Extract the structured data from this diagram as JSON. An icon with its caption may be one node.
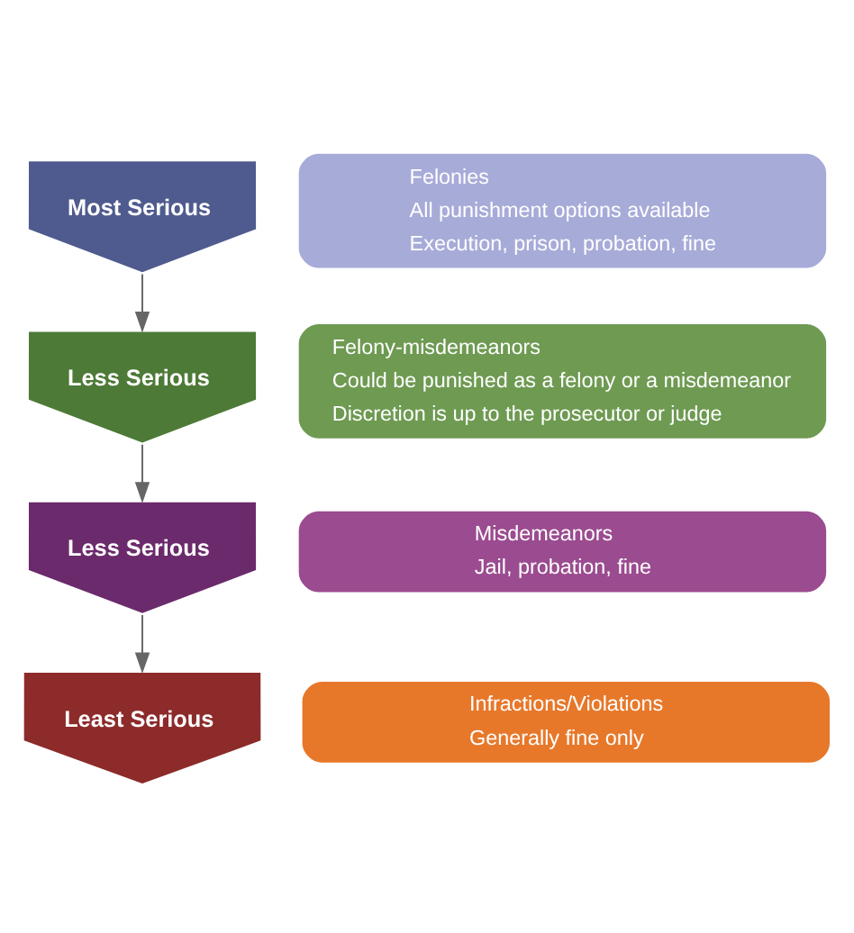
{
  "diagram": {
    "nodes": [
      {
        "text": [
          "Most Serious"
        ]
      },
      {
        "text": [
          "Felonies",
          "All punishment options available",
          "Execution, prison, probation, fine"
        ]
      },
      {
        "text": [
          "Less Serious"
        ]
      },
      {
        "text": [
          "Felony-misdemeanors",
          "Could be punished as a felony or a misdemeanor",
          "Discretion is up to the prosecutor or judge"
        ]
      },
      {
        "text": [
          "Less Serious"
        ]
      },
      {
        "text": [
          "Misdemeanors",
          "Jail, probation, fine"
        ]
      },
      {
        "text": [
          "Least Serious"
        ]
      },
      {
        "text": [
          "Infractions/Violations",
          "Generally fine only"
        ]
      }
    ],
    "edges": [
      {
        "from": 0,
        "to": 2,
        "arrow": "to"
      },
      {
        "from": 2,
        "to": 4,
        "arrow": "to"
      },
      {
        "from": 4,
        "to": 6,
        "arrow": "to"
      }
    ]
  }
}
